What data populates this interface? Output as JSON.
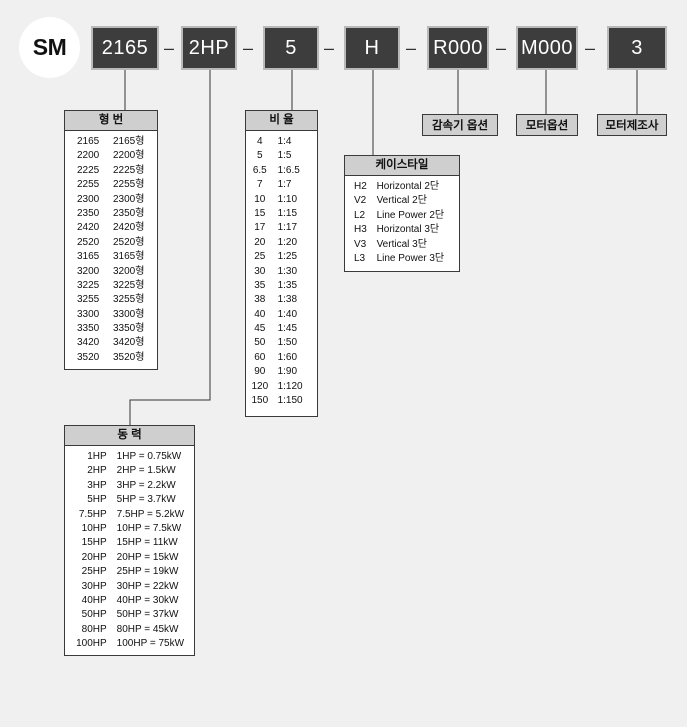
{
  "header": {
    "brand": "SM",
    "codes": [
      "2165",
      "2HP",
      "5",
      "H",
      "R000",
      "M000",
      "3"
    ],
    "separator": "–"
  },
  "labels": {
    "reducer_option": "감속기 옵션",
    "motor_option": "모터옵션",
    "motor_maker": "모터제조사"
  },
  "frame": {
    "title": "형 번",
    "rows": [
      [
        "2165",
        "2165형"
      ],
      [
        "2200",
        "2200형"
      ],
      [
        "2225",
        "2225형"
      ],
      [
        "2255",
        "2255형"
      ],
      [
        "2300",
        "2300형"
      ],
      [
        "2350",
        "2350형"
      ],
      [
        "2420",
        "2420형"
      ],
      [
        "2520",
        "2520형"
      ],
      [
        "3165",
        "3165형"
      ],
      [
        "3200",
        "3200형"
      ],
      [
        "3225",
        "3225형"
      ],
      [
        "3255",
        "3255형"
      ],
      [
        "3300",
        "3300형"
      ],
      [
        "3350",
        "3350형"
      ],
      [
        "3420",
        "3420형"
      ],
      [
        "3520",
        "3520형"
      ]
    ]
  },
  "ratio": {
    "title": "비 율",
    "rows": [
      [
        "4",
        "1:4"
      ],
      [
        "5",
        "1:5"
      ],
      [
        "6.5",
        "1:6.5"
      ],
      [
        "7",
        "1:7"
      ],
      [
        "10",
        "1:10"
      ],
      [
        "15",
        "1:15"
      ],
      [
        "17",
        "1:17"
      ],
      [
        "20",
        "1:20"
      ],
      [
        "25",
        "1:25"
      ],
      [
        "30",
        "1:30"
      ],
      [
        "35",
        "1:35"
      ],
      [
        "38",
        "1:38"
      ],
      [
        "40",
        "1:40"
      ],
      [
        "45",
        "1:45"
      ],
      [
        "50",
        "1:50"
      ],
      [
        "60",
        "1:60"
      ],
      [
        "90",
        "1:90"
      ],
      [
        "120",
        "1:120"
      ],
      [
        "150",
        "1:150"
      ]
    ]
  },
  "case": {
    "title": "케이스타일",
    "rows": [
      [
        "H2",
        "Horizontal 2단"
      ],
      [
        "V2",
        "Vertical 2단"
      ],
      [
        "L2",
        "Line Power 2단"
      ],
      [
        "H3",
        "Horizontal 3단"
      ],
      [
        "V3",
        "Vertical 3단"
      ],
      [
        "L3",
        "Line Power 3단"
      ]
    ]
  },
  "power": {
    "title": "동 력",
    "rows": [
      [
        "1HP",
        "1HP = 0.75kW"
      ],
      [
        "2HP",
        "2HP = 1.5kW"
      ],
      [
        "3HP",
        "3HP = 2.2kW"
      ],
      [
        "5HP",
        "5HP = 3.7kW"
      ],
      [
        "7.5HP",
        "7.5HP = 5.2kW"
      ],
      [
        "10HP",
        "10HP = 7.5kW"
      ],
      [
        "15HP",
        "15HP = 11kW"
      ],
      [
        "20HP",
        "20HP = 15kW"
      ],
      [
        "25HP",
        "25HP = 19kW"
      ],
      [
        "30HP",
        "30HP = 22kW"
      ],
      [
        "40HP",
        "40HP = 30kW"
      ],
      [
        "50HP",
        "50HP = 37kW"
      ],
      [
        "80HP",
        "80HP = 45kW"
      ],
      [
        "100HP",
        "100HP = 75kW"
      ]
    ]
  }
}
